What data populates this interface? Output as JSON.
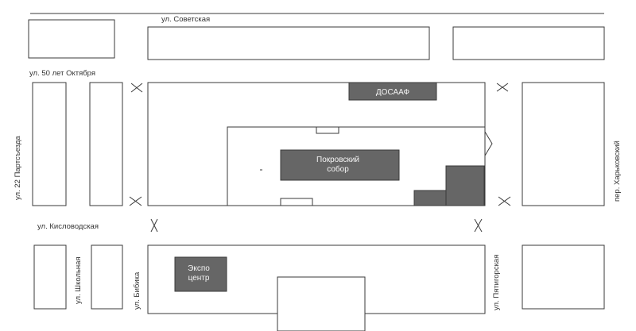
{
  "streets": {
    "sovetskaya": "ул. Советская",
    "let50_oktyabrya": "ул. 50 лет Октября",
    "partsezda22": "ул. 22 Партсъезда",
    "kislovodskaya": "ул. Кисловодская",
    "shkolnaya": "ул. Школьная",
    "bibika": "ул. Бибика",
    "pyatigorskaya": "ул. Пятигорская",
    "kharkovsky": "пер. Харьковский"
  },
  "buildings": {
    "dosaaf": "ДОСААФ",
    "cathedral_line1": "Покровский",
    "cathedral_line2": "собор",
    "expo_line1": "Экспо",
    "expo_line2": "центр"
  },
  "colors": {
    "building_fill": "#666666",
    "outline": "#3a3a3a",
    "background": "#ffffff"
  }
}
